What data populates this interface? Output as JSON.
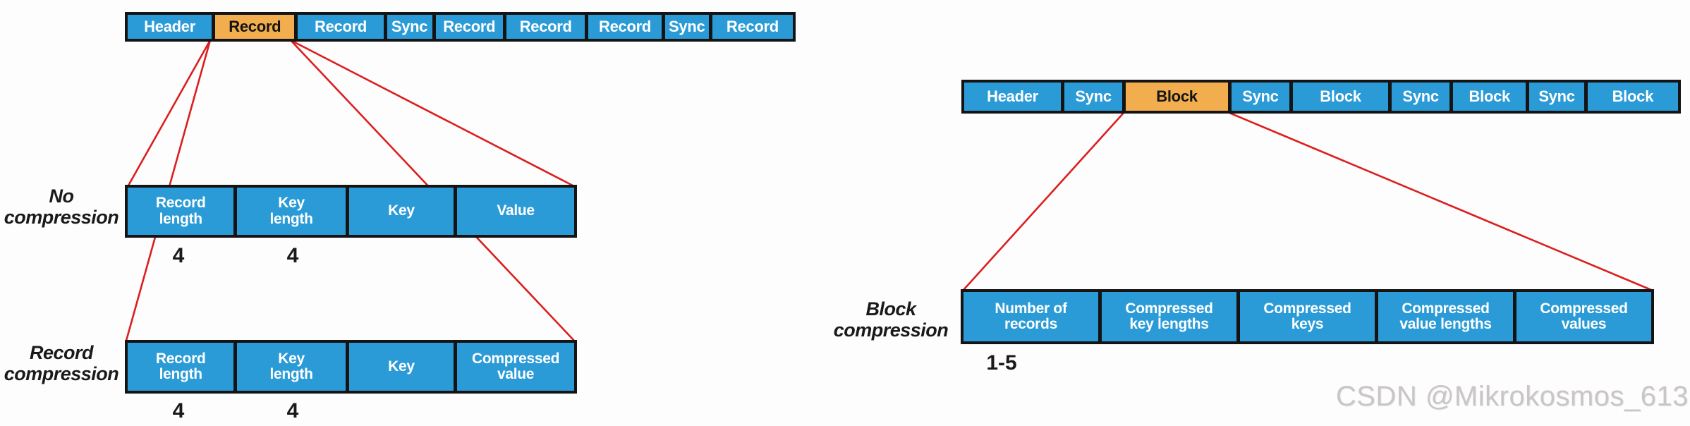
{
  "colors": {
    "blue": "#2B9BD7",
    "orange": "#F2AD4E",
    "border": "#141414",
    "red": "#DC1E1E",
    "watermark": "#CAC6C6"
  },
  "left": {
    "stream": {
      "cells": [
        {
          "label": "Header",
          "w": 121
        },
        {
          "label": "Record",
          "w": 114,
          "highlight": true
        },
        {
          "label": "Record",
          "w": 123
        },
        {
          "label": "Sync",
          "w": 65
        },
        {
          "label": "Record",
          "w": 97
        },
        {
          "label": "Record",
          "w": 113
        },
        {
          "label": "Record",
          "w": 105
        },
        {
          "label": "Sync",
          "w": 63
        },
        {
          "label": "Record",
          "w": 116
        }
      ]
    },
    "no_compression": {
      "label": "No\ncompression",
      "cells": [
        {
          "label": "Record\nlength",
          "w": 156
        },
        {
          "label": "Key\nlength",
          "w": 159
        },
        {
          "label": "Key",
          "w": 154
        },
        {
          "label": "Value",
          "w": 172
        }
      ],
      "annotations": [
        "4",
        "4"
      ]
    },
    "record_compression": {
      "label": "Record\ncompression",
      "cells": [
        {
          "label": "Record\nlength",
          "w": 156
        },
        {
          "label": "Key\nlength",
          "w": 159
        },
        {
          "label": "Key",
          "w": 154
        },
        {
          "label": "Compressed\nvalue",
          "w": 172
        }
      ],
      "annotations": [
        "4",
        "4"
      ]
    }
  },
  "right": {
    "stream": {
      "cells": [
        {
          "label": "Header",
          "w": 142
        },
        {
          "label": "Sync",
          "w": 85
        },
        {
          "label": "Block",
          "w": 150,
          "highlight": true
        },
        {
          "label": "Sync",
          "w": 85
        },
        {
          "label": "Block",
          "w": 140
        },
        {
          "label": "Sync",
          "w": 85
        },
        {
          "label": "Block",
          "w": 107
        },
        {
          "label": "Sync",
          "w": 80
        },
        {
          "label": "Block",
          "w": 133
        }
      ]
    },
    "block_compression": {
      "label": "Block\ncompression",
      "cells": [
        {
          "label": "Number of\nrecords",
          "w": 1
        },
        {
          "label": "Compressed\nkey lengths",
          "w": 1
        },
        {
          "label": "Compressed\nkeys",
          "w": 1
        },
        {
          "label": "Compressed\nvalue lengths",
          "w": 1
        },
        {
          "label": "Compressed\nvalues",
          "w": 1
        }
      ],
      "annotations": [
        "1-5"
      ]
    }
  },
  "watermark": "CSDN @Mikrokosmos_613"
}
